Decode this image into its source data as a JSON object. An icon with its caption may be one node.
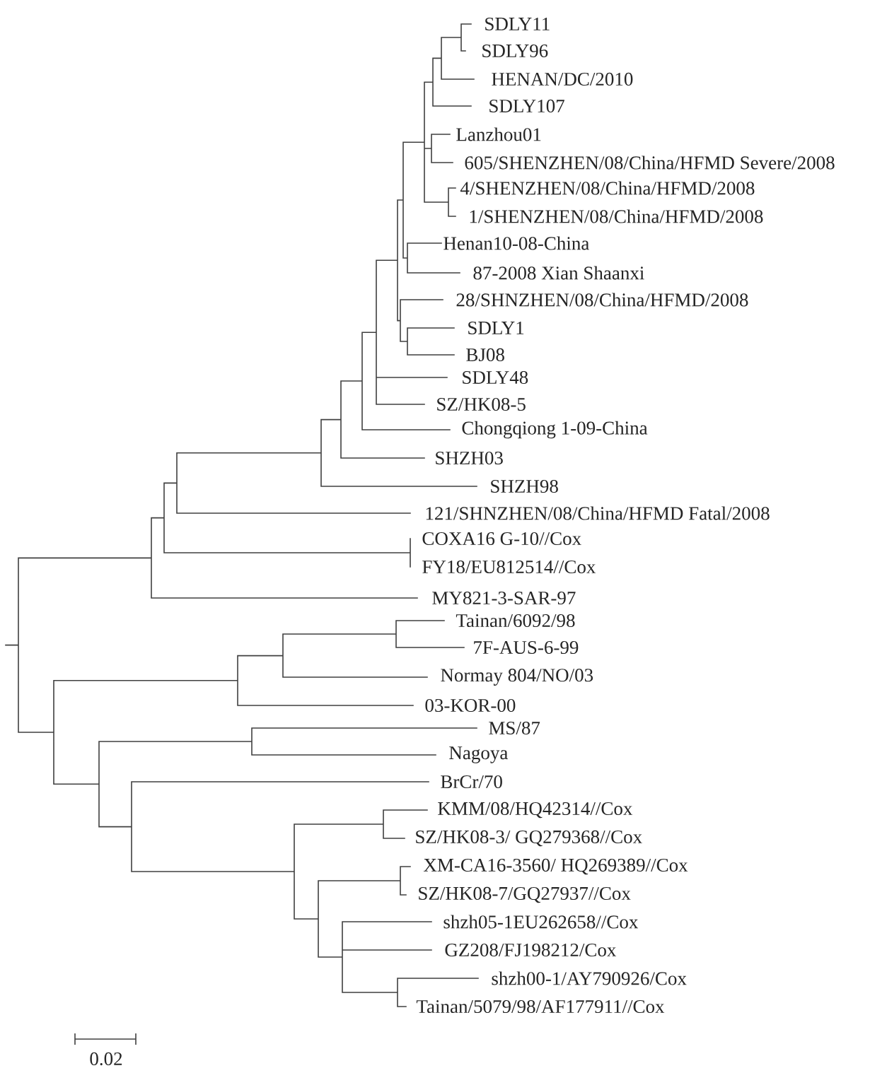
{
  "diagram": {
    "labels": [
      "SDLY11",
      "SDLY96",
      "HENAN/DC/2010",
      "SDLY107",
      "Lanzhou01",
      "605/SHENZHEN/08/China/HFMD Severe/2008",
      "4/SHENZHEN/08/China/HFMD/2008",
      "1/SHENZHEN/08/China/HFMD/2008",
      "Henan10-08-China",
      "87-2008 Xian Shaanxi",
      "28/SHNZHEN/08/China/HFMD/2008",
      "SDLY1",
      "BJ08",
      "SDLY48",
      "SZ/HK08-5",
      "Chongqiong 1-09-China",
      "SHZH03",
      "SHZH98",
      "121/SHNZHEN/08/China/HFMD Fatal/2008",
      "COXA16 G-10//Cox",
      "FY18/EU812514//Cox",
      "MY821-3-SAR-97",
      "Tainan/6092/98",
      "7F-AUS-6-99",
      "Normay 804/NO/03",
      "03-KOR-00",
      "MS/87",
      "Nagoya",
      "BrCr/70",
      "KMM/08/HQ42314//Cox",
      "SZ/HK08-3/ GQ279368//Cox",
      "XM-CA16-3560/ HQ269389//Cox",
      "SZ/HK08-7/GQ27937//Cox",
      "shzh05-1EU262658//Cox",
      "GZ208/FJ198212/Cox",
      "shzh00-1/AY790926/Cox",
      "Tainan/5079/98/AF177911//Cox",
      "0.02"
    ]
  }
}
